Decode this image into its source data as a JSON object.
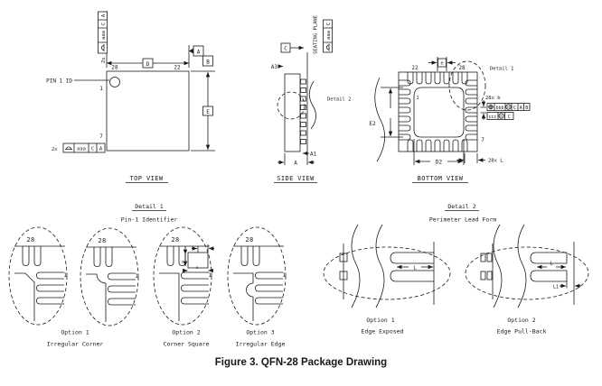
{
  "caption": "Figure 3. QFN-28 Package Drawing",
  "colors": {
    "line": "#1a1a1a",
    "text": "#1a1a1a",
    "background": "#ffffff"
  },
  "top_view": {
    "label": "TOP VIEW",
    "pin1_id": "PIN 1 ID",
    "pin_28": "28",
    "pin_22": "22",
    "pin_1": "1",
    "pin_7": "7",
    "dim_d": "D",
    "dim_e": "E",
    "datum_a": "A",
    "datum_b": "B",
    "fcf": {
      "qty": "2x",
      "tol": "aaa",
      "d1": "C",
      "d2": "A"
    }
  },
  "side_view": {
    "label": "SIDE VIEW",
    "seating_plane": "SEATING PLANE",
    "datum_c": "C",
    "fcf": {
      "tol": "aaa",
      "d1": "C"
    },
    "dim_a3": "A3",
    "dim_a1": "A1",
    "dim_a": "A"
  },
  "bottom_view": {
    "label": "BOTTOM VIEW",
    "pin_22": "22",
    "pin_28": "28",
    "pin_7": "7",
    "pin_1": "1",
    "dim_pitch": "e",
    "dim_e2": "E2",
    "dim_d2": "D2",
    "detail1_ref": "Detail 1",
    "detail2_ref": "Detail 2",
    "lead_width": "28x b",
    "fcf_pos": {
      "tol": "bbb",
      "mod": "M",
      "d1": "C",
      "d2": "A",
      "d3": "B"
    },
    "fcf_cop": {
      "tol": "ccc",
      "mod": "M",
      "d1": "C"
    },
    "lead_length": "28x L"
  },
  "detail1": {
    "title": "Detail 1",
    "subtitle": "Pin-1 Identifier",
    "pin_28": "28",
    "pin_1": "1",
    "dim_v": "z",
    "dim_h": "x",
    "options": [
      {
        "name": "Option 1",
        "desc": "Irregular Corner"
      },
      {
        "name": "Option 2",
        "desc": "Corner Square"
      },
      {
        "name": "Option 3",
        "desc": "Irregular Edge"
      }
    ]
  },
  "detail2": {
    "title": "Detail 2",
    "subtitle": "Perimeter Lead Form",
    "dim_l": "L",
    "dim_l1": "L1",
    "options": [
      {
        "name": "Option 1",
        "desc": "Edge Exposed"
      },
      {
        "name": "Option 2",
        "desc": "Edge Pull-Back"
      }
    ]
  }
}
